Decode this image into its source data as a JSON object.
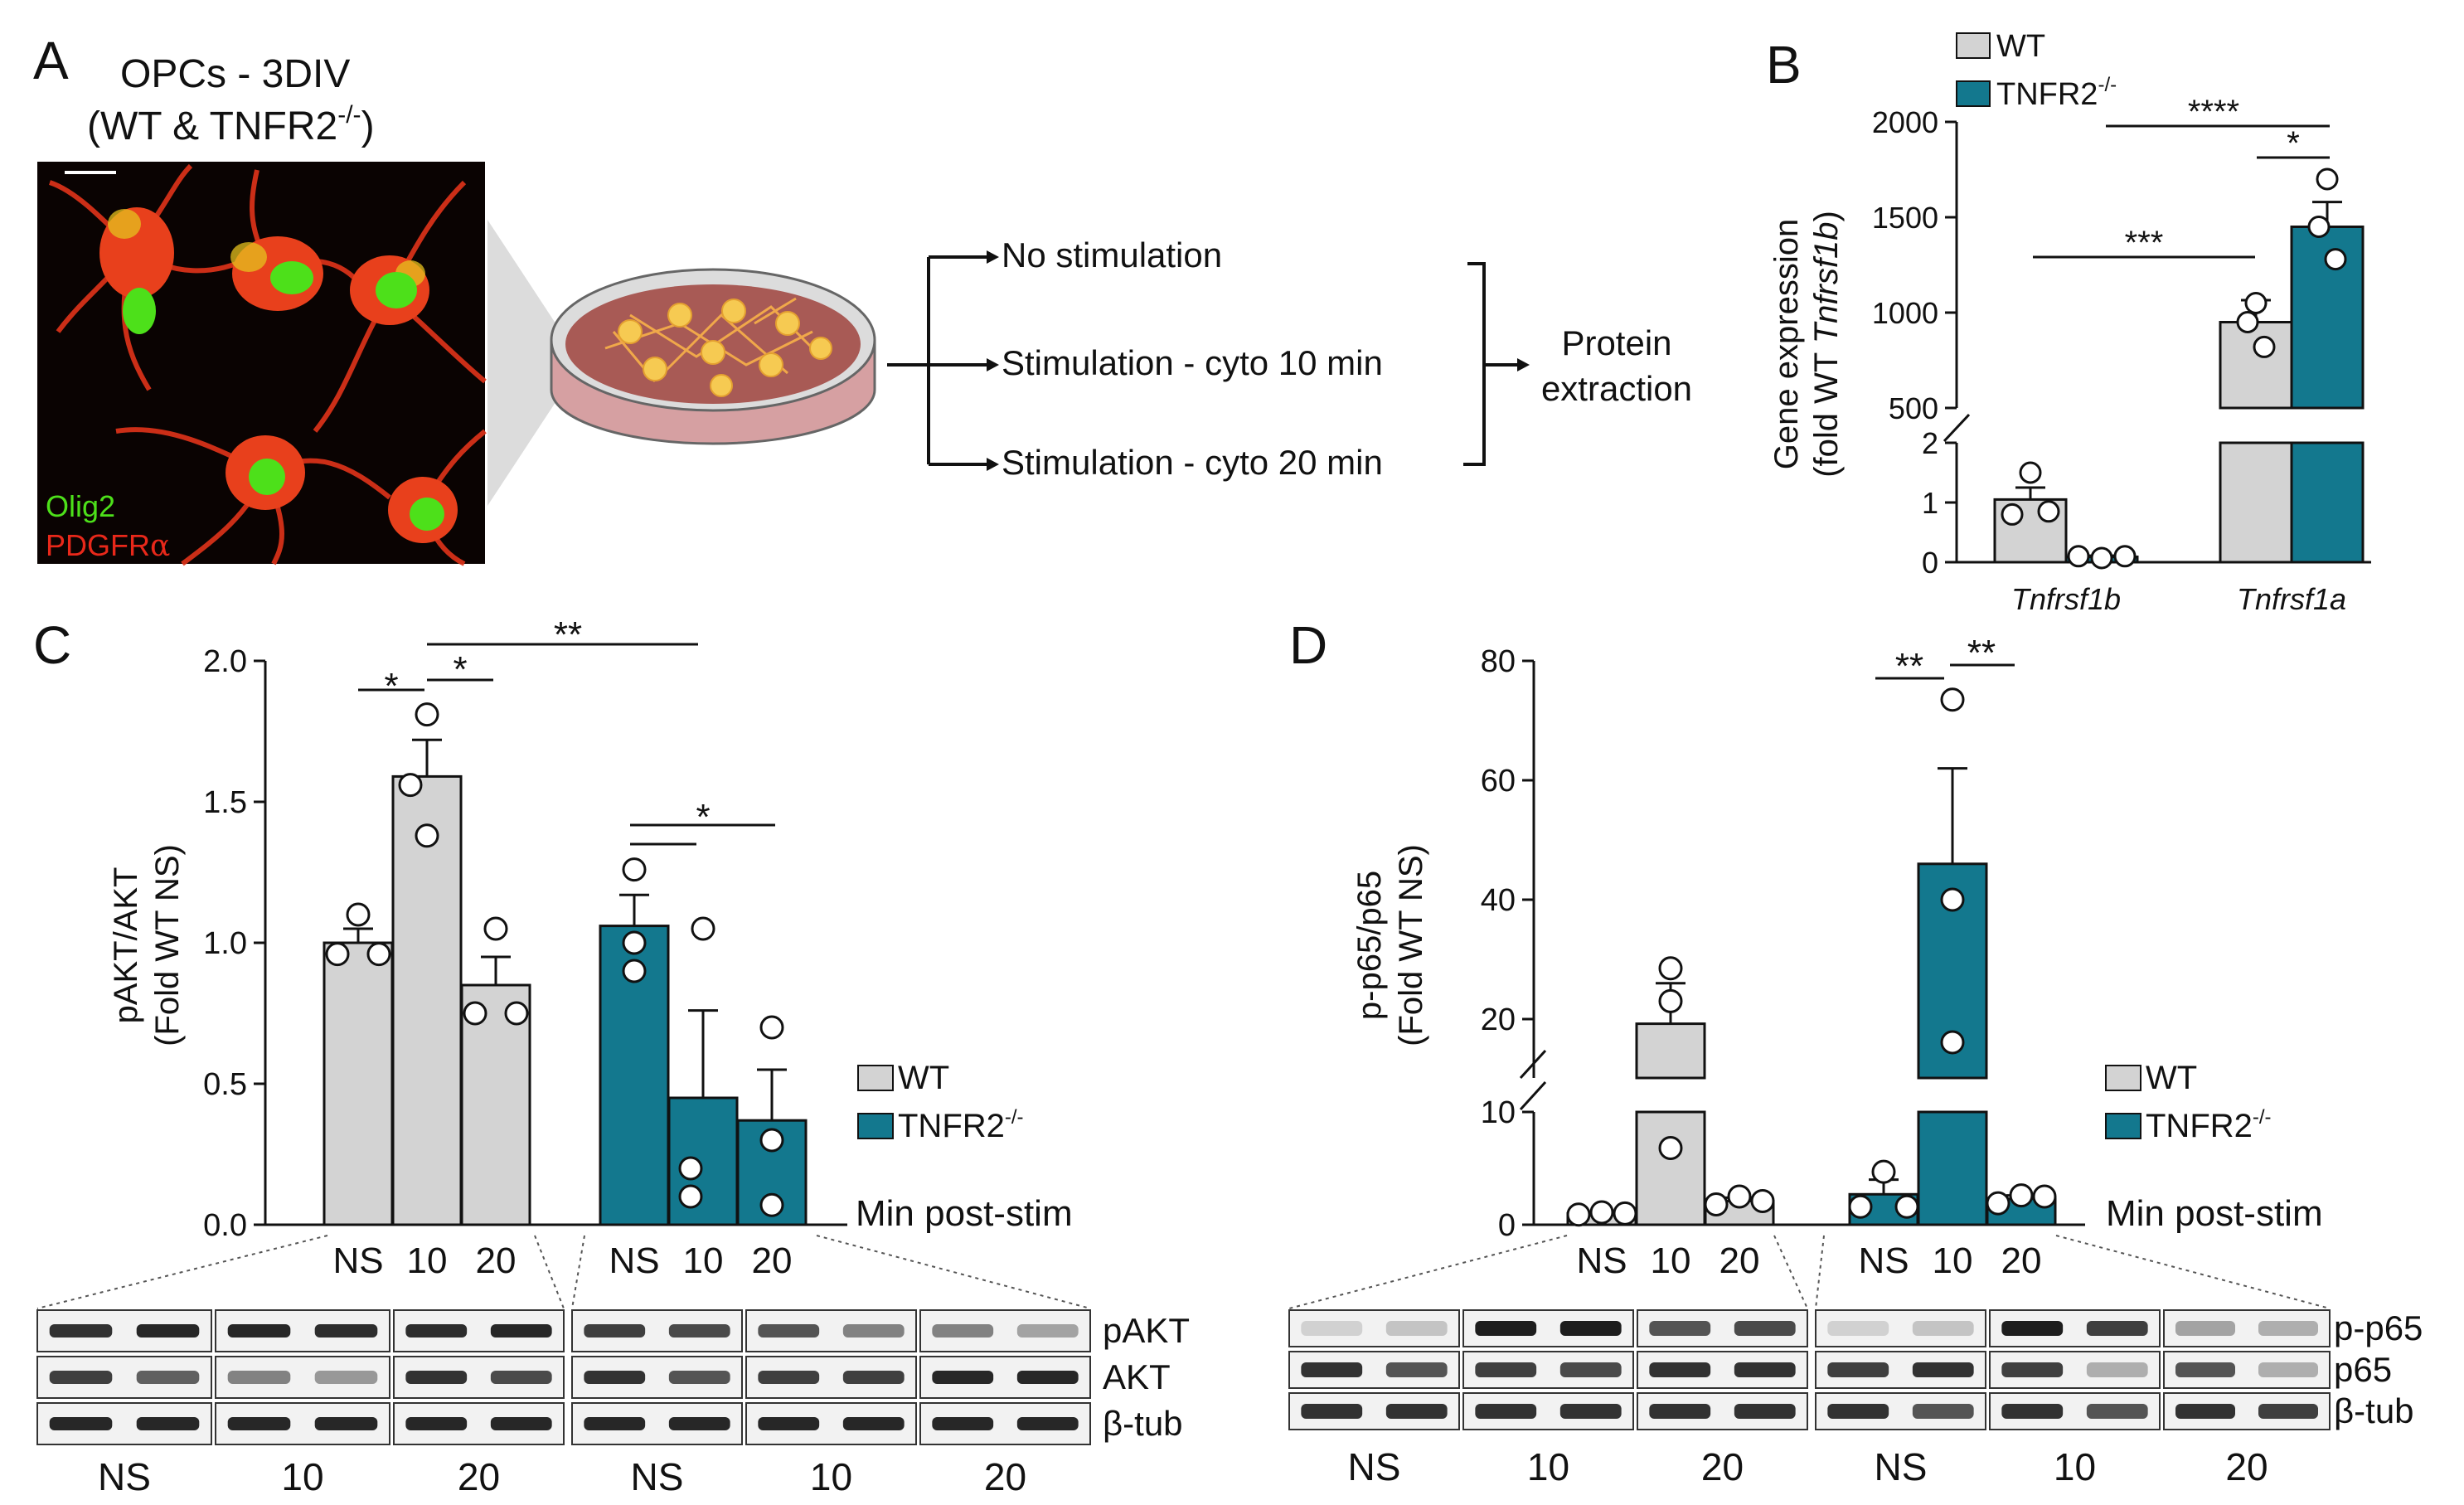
{
  "colors": {
    "wt": "#d3d3d3",
    "ko": "#13788e",
    "axis": "#111111",
    "micro_bg": "#0a0302",
    "dish": "#dca5a8"
  },
  "panel_A": {
    "letter": "A",
    "title_line1": "OPCs - 3DIV",
    "title_line2_pre": "(WT & TNFR2",
    "title_line2_sup": "-/-",
    "title_line2_post": ")",
    "stain_green": "Olig2",
    "stain_red_pre": "PDGFR",
    "stain_red_alpha": "α",
    "flow_items": [
      "No stimulation",
      "Stimulation - cyto 10 min",
      "Stimulation - cyto 20 min"
    ],
    "result_line1": "Protein",
    "result_line2": "extraction"
  },
  "panel_B": {
    "letter": "B",
    "legend_wt": "WT",
    "legend_ko": "TNFR2",
    "legend_ko_sup": "-/-",
    "sig": [
      "****",
      "*",
      "***"
    ]
  },
  "panel_C": {
    "letter": "C",
    "legend_wt": "WT",
    "legend_ko": "TNFR2",
    "legend_ko_sup": "-/-",
    "xaxis_title": "Min post-stim",
    "sig": [
      "*",
      "*",
      "**",
      "*"
    ],
    "blot_labels": [
      "pAKT",
      "AKT",
      "β-tub"
    ],
    "blot_x_labels": [
      "NS",
      "10",
      "20",
      "NS",
      "10",
      "20"
    ]
  },
  "panel_D": {
    "letter": "D",
    "legend_wt": "WT",
    "legend_ko": "TNFR2",
    "legend_ko_sup": "-/-",
    "xaxis_title": "Min post-stim",
    "sig": [
      "**",
      "**"
    ],
    "blot_labels": [
      "p-p65",
      "p65",
      "β-tub"
    ],
    "blot_x_labels": [
      "NS",
      "10",
      "20",
      "NS",
      "10",
      "20"
    ]
  },
  "chart_data": [
    {
      "panel": "B",
      "type": "bar",
      "categories": [
        "Tnfrsf1b",
        "Tnfrsf1a"
      ],
      "ylabel_line1": "Gene expression",
      "ylabel_line2_pre": "(fold WT ",
      "ylabel_line2_italic": "Tnfrsf1b",
      "ylabel_line2_post": ")",
      "axis_break": true,
      "ylim_lower": [
        0,
        2
      ],
      "ylim_upper": [
        500,
        2000
      ],
      "yticks_lower": [
        "0",
        "1",
        "2"
      ],
      "yticks_upper": [
        "500",
        "1000",
        "1500",
        "2000"
      ],
      "series": [
        {
          "name": "WT",
          "values": [
            1.05,
            950
          ],
          "errors": [
            0.2,
            115
          ],
          "points": [
            [
              1.5,
              0.8,
              0.85
            ],
            [
              1050,
              950,
              820
            ]
          ]
        },
        {
          "name": "TNFR2-/-",
          "values": [
            0.09,
            1450
          ],
          "errors": [
            0.02,
            130
          ],
          "points": [
            [
              0.1,
              0.07,
              0.1
            ],
            [
              1700,
              1450,
              1280
            ]
          ]
        }
      ]
    },
    {
      "panel": "C",
      "type": "bar",
      "ylabel_line1": "pAKT/AKT",
      "ylabel_line2": "(Fold WT NS)",
      "ylim": [
        0,
        2
      ],
      "yticks": [
        "0.0",
        "0.5",
        "1.0",
        "1.5",
        "2.0"
      ],
      "categories": [
        "NS",
        "10",
        "20"
      ],
      "series": [
        {
          "name": "WT",
          "values": [
            1.0,
            1.59,
            0.85
          ],
          "errors": [
            0.05,
            0.13,
            0.1
          ],
          "points": [
            [
              1.1,
              0.96,
              0.96
            ],
            [
              1.81,
              1.56,
              1.38
            ],
            [
              1.05,
              0.75,
              0.75
            ]
          ]
        },
        {
          "name": "TNFR2-/-",
          "values": [
            1.06,
            0.45,
            0.37
          ],
          "errors": [
            0.11,
            0.31,
            0.18
          ],
          "points": [
            [
              1.26,
              1.0,
              0.9
            ],
            [
              1.05,
              0.2,
              0.1
            ],
            [
              0.7,
              0.3,
              0.07
            ]
          ]
        }
      ]
    },
    {
      "panel": "D",
      "type": "bar",
      "ylabel_line1": "p-p65/p65",
      "ylabel_line2": "(Fold WT NS)",
      "axis_break": true,
      "ylim_lower": [
        0,
        10
      ],
      "ylim_upper": [
        10,
        80
      ],
      "yticks": [
        "0",
        "10",
        "20",
        "40",
        "60",
        "80"
      ],
      "categories": [
        "NS",
        "10",
        "20"
      ],
      "series": [
        {
          "name": "WT",
          "values": [
            1.0,
            19.5,
            2.1
          ],
          "errors": [
            0.1,
            6.5,
            0.3
          ],
          "points": [
            [
              0.9,
              1.1,
              1.0
            ],
            [
              28.5,
              23.0,
              6.8
            ],
            [
              1.8,
              2.5,
              2.1
            ]
          ]
        },
        {
          "name": "TNFR2-/-",
          "values": [
            2.7,
            46.0,
            2.3
          ],
          "errors": [
            1.3,
            16.0,
            0.3
          ],
          "points": [
            [
              4.7,
              1.6,
              1.6
            ],
            [
              73.5,
              40.0,
              17.5
            ],
            [
              1.9,
              2.6,
              2.5
            ]
          ]
        }
      ]
    }
  ]
}
